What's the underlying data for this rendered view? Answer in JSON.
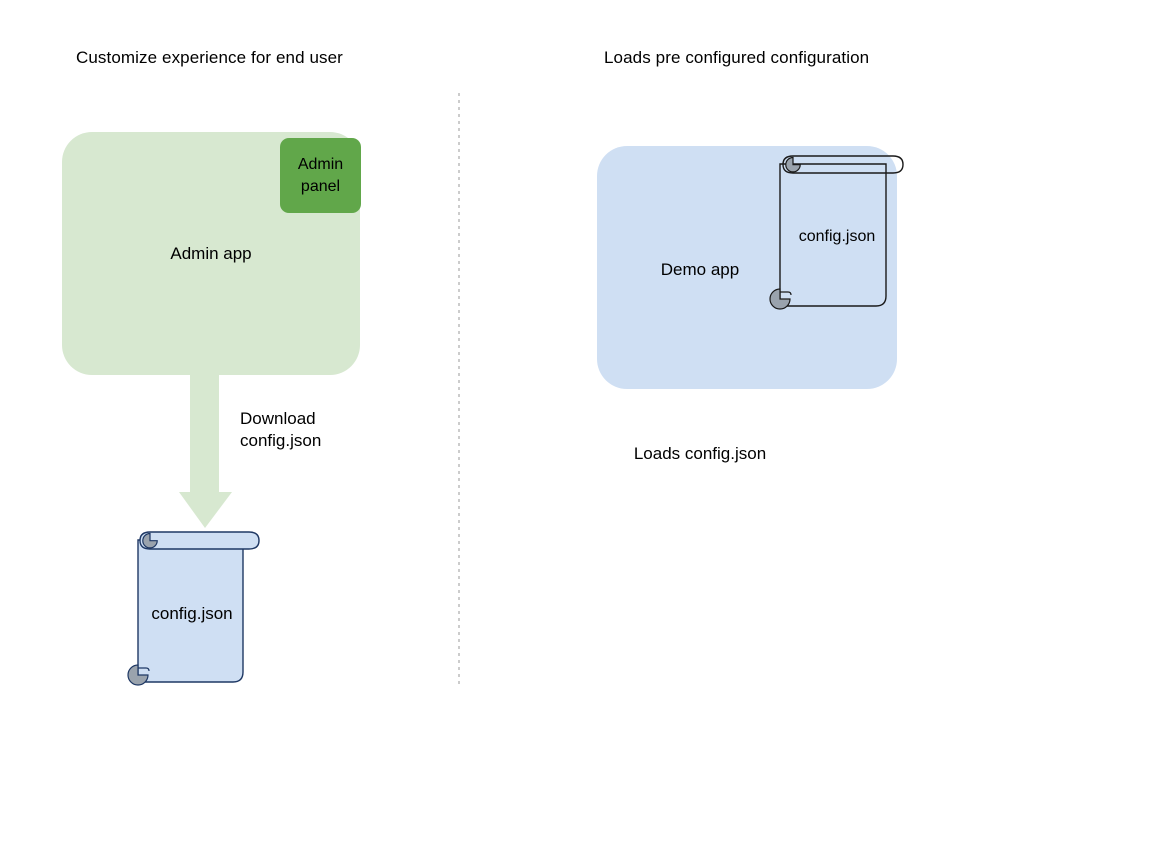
{
  "diagram": {
    "background_color": "#ffffff",
    "panels": [
      {
        "id": "left",
        "header": "Customize experience for end user",
        "app_box": {
          "label": "Admin app",
          "fill": "#d7e8d0",
          "sub_box": {
            "label": "Admin\npanel",
            "fill": "#61a74a"
          }
        },
        "arrow": {
          "label": "Download\nconfig.json",
          "fill": "#d7e8d0",
          "direction": "down"
        },
        "document": {
          "label": "config.json",
          "fill": "#cfdff3",
          "stroke": "#1f3864",
          "curl_fill": "#9aa3ad"
        }
      },
      {
        "id": "right",
        "header": "Loads pre configured configuration",
        "app_box": {
          "label": "Demo app",
          "fill": "#cfdff3"
        },
        "document": {
          "label": "config.json",
          "fill": "none",
          "stroke": "#000000",
          "curl_fill": "#9aa3ad"
        },
        "caption": "Loads config.json"
      }
    ],
    "divider": {
      "style": "dotted",
      "color": "#b0b0b0"
    }
  }
}
